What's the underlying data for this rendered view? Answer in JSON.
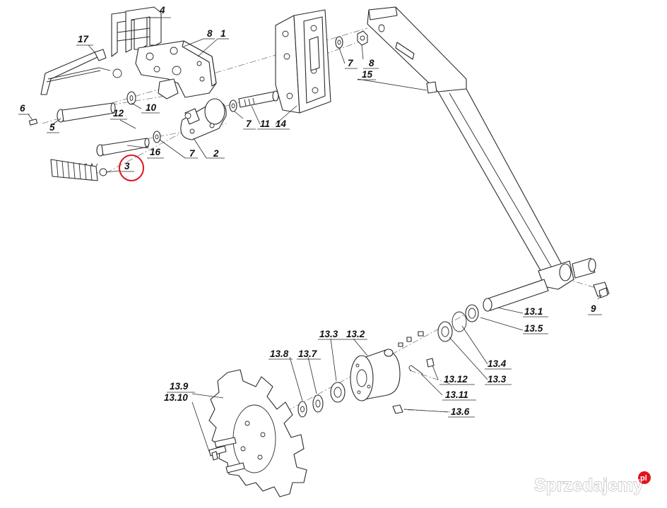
{
  "callouts": [
    {
      "id": "c4",
      "text": "4"
    },
    {
      "id": "c8a",
      "text": "8"
    },
    {
      "id": "c1",
      "text": "1"
    },
    {
      "id": "c17",
      "text": "17"
    },
    {
      "id": "c6",
      "text": "6"
    },
    {
      "id": "c5",
      "text": "5"
    },
    {
      "id": "c10",
      "text": "10"
    },
    {
      "id": "c12",
      "text": "12"
    },
    {
      "id": "c16",
      "text": "16"
    },
    {
      "id": "c7a",
      "text": "7"
    },
    {
      "id": "c2",
      "text": "2"
    },
    {
      "id": "c3",
      "text": "3"
    },
    {
      "id": "c7b",
      "text": "7"
    },
    {
      "id": "c11",
      "text": "11"
    },
    {
      "id": "c14",
      "text": "14"
    },
    {
      "id": "c7c",
      "text": "7"
    },
    {
      "id": "c8b",
      "text": "8"
    },
    {
      "id": "c15",
      "text": "15"
    },
    {
      "id": "c9",
      "text": "9"
    },
    {
      "id": "c13_1",
      "text": "13.1"
    },
    {
      "id": "c13_5",
      "text": "13.5"
    },
    {
      "id": "c13_4",
      "text": "13.4"
    },
    {
      "id": "c13_3b",
      "text": "13.3"
    },
    {
      "id": "c13_12",
      "text": "13.12"
    },
    {
      "id": "c13_11",
      "text": "13.11"
    },
    {
      "id": "c13_6",
      "text": "13.6"
    },
    {
      "id": "c13_3a",
      "text": "13.3"
    },
    {
      "id": "c13_2",
      "text": "13.2"
    },
    {
      "id": "c13_8",
      "text": "13.8"
    },
    {
      "id": "c13_7",
      "text": "13.7"
    },
    {
      "id": "c13_9",
      "text": "13.9"
    },
    {
      "id": "c13_10",
      "text": "13.10"
    }
  ],
  "highlighted_callout": "3",
  "watermark": {
    "brand": "Sprzedajemy",
    "tld": ".pl"
  }
}
